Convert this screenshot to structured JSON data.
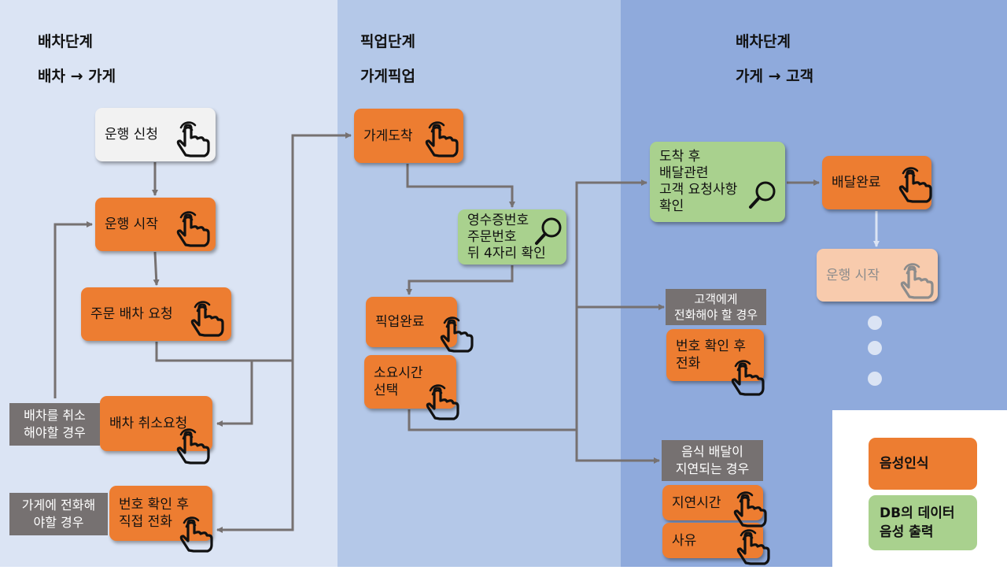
{
  "columns": [
    {
      "title": "배차단계",
      "subtitle": "배차 → 가게"
    },
    {
      "title": "픽업단계",
      "subtitle": "가게픽업"
    },
    {
      "title": "배차단계",
      "subtitle": "가게 → 고객"
    }
  ],
  "nodes": {
    "run_request": "운행 신청",
    "run_start": "운행 시작",
    "order_dispatch_request": "주문 배차 요청",
    "dispatch_cancel_request": "배차 취소요청",
    "number_check_direct_call": "번호 확인 후\n직접 전화",
    "store_arrival": "가게도착",
    "receipt_check": "영수증번호\n주문번호\n뒤 4자리 확인",
    "pickup_complete": "픽업완료",
    "duration_select": "소요시간\n선택",
    "arrival_check": "도착 후\n배달관련\n고객 요청사항\n확인",
    "delivery_complete": "배달완료",
    "run_start_next": "운행 시작",
    "customer_number_call": "번호 확인 후\n전화",
    "delay_time": "지연시간",
    "reason": "사유"
  },
  "conditions": {
    "cancel_dispatch": "배차를 취소\n해야할 경우",
    "call_store": "가게에 전화해\n야할 경우",
    "call_customer": "고객에게\n전화해야 할 경우",
    "food_delay": "음식 배달이\n지연되는 경우"
  },
  "legend": {
    "voice_recognition": "음성인식",
    "db_voice_output": "DB의 데이터\n음성 출력"
  },
  "colors": {
    "voice_recognition": "#ed7d31",
    "db_voice_output": "#a9d18e",
    "inactive": "#f8cbad",
    "connector": "#767171",
    "condition_label": "#767171"
  },
  "icons": [
    "tap-hand-icon",
    "magnifier-icon",
    "ellipsis-dots"
  ]
}
